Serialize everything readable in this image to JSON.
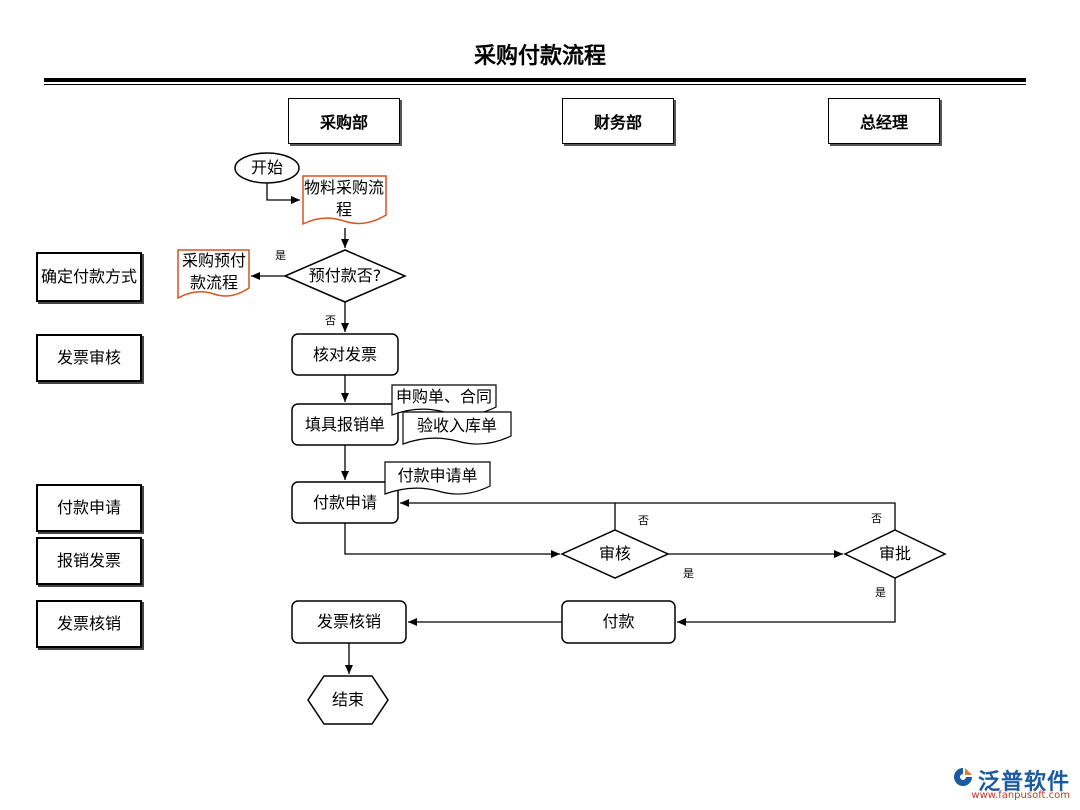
{
  "title": "采购付款流程",
  "departments": [
    "采购部",
    "财务部",
    "总经理"
  ],
  "phases": [
    "确定付款方式",
    "发票审核",
    "付款申请",
    "报销发票",
    "发票核销"
  ],
  "nodes": {
    "start": "开始",
    "procure_flow": "物料采购流程",
    "prepay_decision": "预付款否?",
    "prepay_flow": "采购预付款流程",
    "verify_invoice": "核对发票",
    "fill_reimburse": "填具报销单",
    "doc_order_contract": "申购单、合同",
    "doc_receipt": "验收入库单",
    "payment_request": "付款申请",
    "doc_payment_request": "付款申请单",
    "review": "审核",
    "approve": "审批",
    "pay": "付款",
    "invoice_writeoff": "发票核销",
    "end": "结束"
  },
  "labels": {
    "yes": "是",
    "no": "否"
  },
  "logo": {
    "name": "泛普软件",
    "url": "www.fanpusoft.com"
  },
  "colors": {
    "subprocess_border": "#d9541e",
    "line": "#000000"
  }
}
